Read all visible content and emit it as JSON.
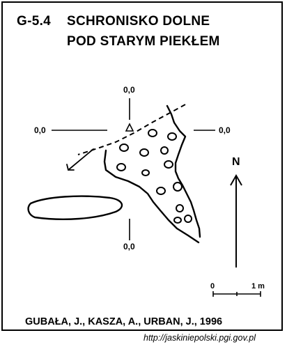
{
  "title": {
    "code": "G-5.4",
    "line1": "SCHRONISKO DOLNE",
    "line2": "POD STARYM PIEKŁEM"
  },
  "coordinates": {
    "top": "0,0",
    "left": "0,0",
    "right": "0,0",
    "bottom": "0,0"
  },
  "north_label": "N",
  "scale": {
    "start": "0",
    "end": "1 m"
  },
  "authors": "GUBAŁA, J., KASZA, A., URBAN, J., 1996",
  "source_url": "http://jaskiniepolski.pgi.gov.pl"
}
